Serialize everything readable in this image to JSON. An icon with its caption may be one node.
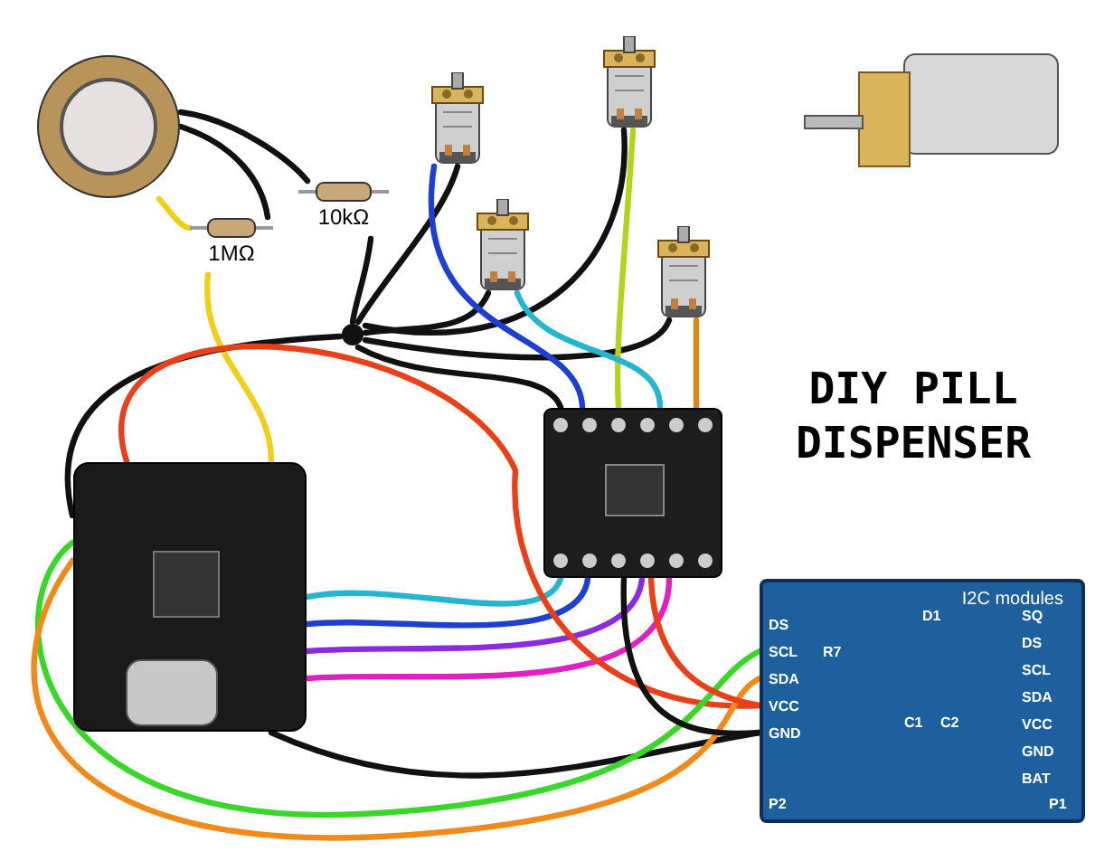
{
  "diagram": {
    "title": "DIY PILL DISPENSER",
    "nodes": [
      {
        "text": [],
        "shape": "picture"
      },
      {
        "text": [
          "1MΩ"
        ]
      },
      {
        "text": [
          "10kΩ"
        ]
      },
      {
        "text": [],
        "shape": "circle"
      },
      {
        "text": [],
        "shape": "picture"
      },
      {
        "text": [],
        "shape": "picture"
      },
      {
        "text": [],
        "shape": "picture"
      },
      {
        "text": [],
        "shape": "picture"
      },
      {
        "text": [],
        "shape": "picture"
      },
      {
        "text": [],
        "shape": "picture"
      },
      {
        "text": [
          "I2C modules"
        ]
      }
    ],
    "edges": [
      {
        "from": 0,
        "to": 1,
        "arrow": "none",
        "color": "#f0cf1c"
      },
      {
        "from": 1,
        "to": 9,
        "arrow": "none",
        "color": "#f0cf1c"
      },
      {
        "from": 0,
        "to": 1,
        "arrow": "none"
      },
      {
        "from": 0,
        "to": 2,
        "arrow": "none"
      },
      {
        "from": 2,
        "to": 3,
        "arrow": "none"
      },
      {
        "from": 3,
        "to": 4,
        "arrow": "none"
      },
      {
        "from": 3,
        "to": 5,
        "arrow": "none"
      },
      {
        "from": 3,
        "to": 6,
        "arrow": "none"
      },
      {
        "from": 3,
        "to": 7,
        "arrow": "none"
      },
      {
        "from": 3,
        "to": 9,
        "arrow": "none"
      },
      {
        "from": 3,
        "to": 8,
        "arrow": "none"
      },
      {
        "from": 4,
        "to": 8,
        "arrow": "none",
        "color": "#1f3fd0"
      },
      {
        "from": 5,
        "to": 8,
        "arrow": "none",
        "color": "#b5d31e"
      },
      {
        "from": 6,
        "to": 8,
        "arrow": "none",
        "color": "#25b5d0"
      },
      {
        "from": 7,
        "to": 8,
        "arrow": "none",
        "color": "#d98a14"
      },
      {
        "from": 8,
        "to": 9,
        "arrow": "none",
        "color": "#25b5d0"
      },
      {
        "from": 8,
        "to": 9,
        "arrow": "none",
        "color": "#1f3fd0"
      },
      {
        "from": 8,
        "to": 9,
        "arrow": "none",
        "color": "#8a2be2"
      },
      {
        "from": 8,
        "to": 9,
        "arrow": "none",
        "color": "#e020c0"
      },
      {
        "from": 9,
        "to": 10,
        "arrow": "none",
        "color": "#e8401a"
      },
      {
        "from": 9,
        "to": 10,
        "arrow": "none"
      },
      {
        "from": 9,
        "to": 10,
        "arrow": "none",
        "color": "#3ad62a"
      },
      {
        "from": 9,
        "to": 10,
        "arrow": "none",
        "color": "#f08a1a"
      },
      {
        "from": 8,
        "to": 10,
        "arrow": "none",
        "color": "#e8401a"
      },
      {
        "from": 8,
        "to": 10,
        "arrow": "none"
      }
    ],
    "labels": [
      "DS",
      "SCL",
      "SDA",
      "VCC",
      "GND",
      "P2",
      "C1",
      "C2",
      "D1",
      "R7",
      "SQ",
      "DS",
      "SCL",
      "SDA",
      "VCC",
      "GND",
      "BAT",
      "P1"
    ]
  }
}
